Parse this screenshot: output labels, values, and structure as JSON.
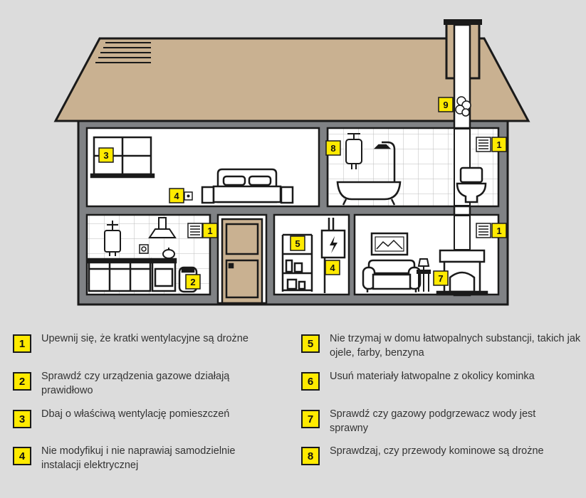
{
  "markers": [
    "1",
    "1",
    "1",
    "2",
    "3",
    "4",
    "4",
    "5",
    "7",
    "8",
    "9"
  ],
  "legend": [
    {
      "num": "1",
      "text": "Upewnij się, że kratki wentylacyjne są drożne"
    },
    {
      "num": "2",
      "text": "Sprawdź czy urządzenia gazowe działają prawidłowo"
    },
    {
      "num": "3",
      "text": "Dbaj o właściwą wentylację pomieszczeń"
    },
    {
      "num": "4",
      "text": "Nie modyfikuj i nie naprawiaj samodzielnie instalacji elektrycznej"
    },
    {
      "num": "5",
      "text": "Nie trzymaj w domu łatwopalnych substancji, takich jak ojele, farby, benzyna"
    },
    {
      "num": "6",
      "text": "Usuń materiały łatwopalne z okolicy kominka"
    },
    {
      "num": "7",
      "text": "Sprawdź czy gazowy podgrzewacz wody jest sprawny"
    },
    {
      "num": "8",
      "text": "Sprawdzaj, czy przewody kominowe są drożne"
    }
  ],
  "colors": {
    "marker": "#ffea00",
    "roof": "#c9b191",
    "door": "#c9b191",
    "wall": "#808285",
    "background": "#dcdcdc"
  }
}
